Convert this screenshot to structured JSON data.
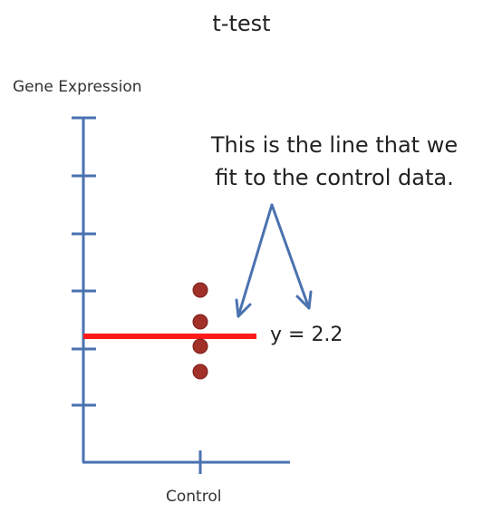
{
  "title": "t-test",
  "y_axis_label": "Gene Expression",
  "x_axis_label": "Control",
  "annotation": {
    "line1": "This is the line that we",
    "line2": "fit to the control data."
  },
  "fit_line_label": "y = 2.2",
  "colors": {
    "axis": "#4a72b0",
    "fit_line": "#ff1a1a",
    "points": "#a03028",
    "arrow": "#4a72b0"
  },
  "diagram_data": {
    "y_ticks": 6,
    "control_points": 4,
    "fit_value": 2.2
  }
}
